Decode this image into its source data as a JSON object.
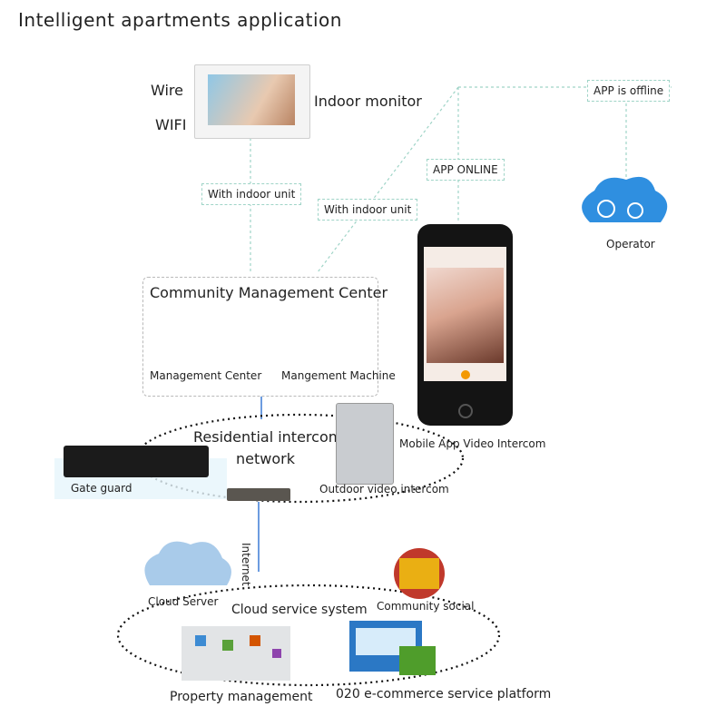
{
  "title": "Intelligent apartments application",
  "monitor": {
    "wire": "Wire",
    "wifi": "WIFI",
    "label": "Indoor monitor"
  },
  "links": {
    "with_indoor_unit_1": "With indoor unit",
    "with_indoor_unit_2": "With indoor unit",
    "app_online": "APP ONLINE",
    "app_offline": "APP is offline"
  },
  "operator": {
    "label": "Operator"
  },
  "cmc": {
    "title": "Community Management Center",
    "management_center": "Management Center",
    "management_machine": "Mangement Machine"
  },
  "phone": {
    "label": "Mobile App Video Intercom"
  },
  "intercom": {
    "network_line1": "Residential intercom",
    "network_line2": "network",
    "gate_guard": "Gate guard",
    "outdoor": "Outdoor video intercom",
    "internet": "Internet"
  },
  "cloud": {
    "server": "Cloud Server",
    "system": "Cloud service system",
    "community_social": "Community social",
    "property": "Property management",
    "ecommerce": "020 e-commerce service platform"
  },
  "colors": {
    "operator_blue": "#2f8fe0",
    "dashed_line": "#9fd4c7",
    "phone_accent": "#f39800"
  }
}
